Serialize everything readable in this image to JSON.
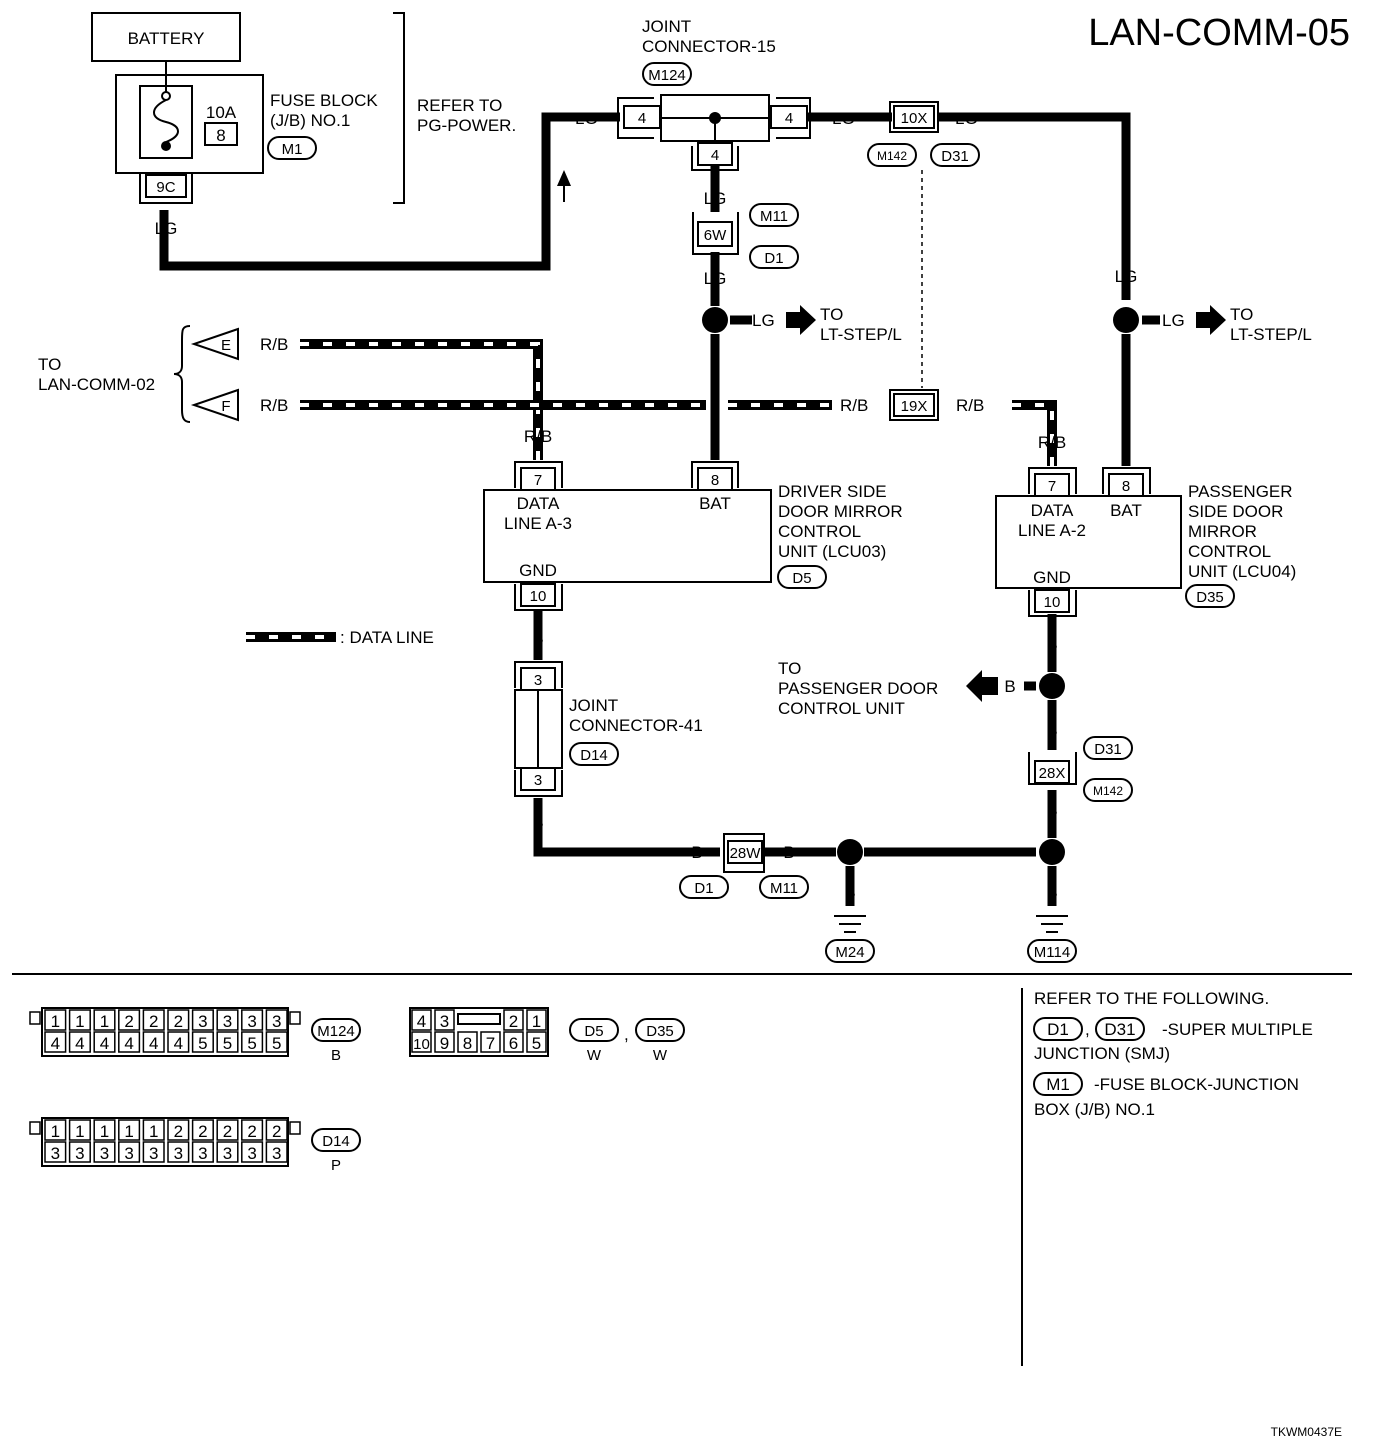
{
  "diagram_id": "LAN-COMM-05",
  "footer_code": "TKWM0437E",
  "battery": "BATTERY",
  "fuse": {
    "amp": "10A",
    "num": "8",
    "block_line1": "FUSE BLOCK",
    "block_line2": "(J/B) NO.1",
    "conn": "M1",
    "pin": "9C"
  },
  "refer_pg": {
    "line1": "REFER TO",
    "line2": "PG-POWER."
  },
  "jc15": {
    "line1": "JOINT",
    "line2": "CONNECTOR-15",
    "conn": "M124",
    "pin_left": "4",
    "pin_right": "4",
    "pin_bottom": "4"
  },
  "conn_10x": {
    "pin": "10X",
    "c1": "M142",
    "c2": "D31"
  },
  "conn_6w": {
    "pin": "6W",
    "c1": "M11",
    "c2": "D1"
  },
  "conn_19x": {
    "pin": "19X"
  },
  "conn_28x": {
    "pin": "28X",
    "c1": "D31",
    "c2": "M142"
  },
  "conn_28w": {
    "pin": "28W",
    "c1": "D1",
    "c2": "M11"
  },
  "wires": {
    "lg": "LG",
    "l": "L",
    "rb": "R/B",
    "b": "B"
  },
  "to_lt_step": {
    "line1": "TO",
    "line2": "LT-STEP/L"
  },
  "to_lan02": {
    "line1": "TO",
    "line2": "LAN-COMM-02",
    "e": "E",
    "f": "F"
  },
  "driver_unit": {
    "pin_data": "7",
    "pin_bat": "8",
    "pin_gnd": "10",
    "data1": "DATA",
    "data2": "LINE A-3",
    "bat": "BAT",
    "gnd": "GND",
    "name1": "DRIVER SIDE",
    "name2": "DOOR MIRROR",
    "name3": "CONTROL",
    "name4": "UNIT (LCU03)",
    "conn": "D5"
  },
  "pass_unit": {
    "pin_data": "7",
    "pin_bat": "8",
    "pin_gnd": "10",
    "data1": "DATA",
    "data2": "LINE A-2",
    "bat": "BAT",
    "gnd": "GND",
    "name1": "PASSENGER",
    "name2": "SIDE DOOR",
    "name3": "MIRROR",
    "name4": "CONTROL",
    "name5": "UNIT (LCU04)",
    "conn": "D35"
  },
  "legend_data_line": ": DATA LINE",
  "jc41": {
    "line1": "JOINT",
    "line2": "CONNECTOR-41",
    "conn": "D14",
    "pin_top": "3",
    "pin_bottom": "3"
  },
  "to_pass_door": {
    "line1": "TO",
    "line2": "PASSENGER DOOR",
    "line3": "CONTROL UNIT"
  },
  "grounds": {
    "g1": "M24",
    "g2": "M114"
  },
  "face_m124": {
    "top": [
      "1",
      "1",
      "1",
      "2",
      "2",
      "2",
      "3",
      "3",
      "3",
      "3"
    ],
    "bottom": [
      "4",
      "4",
      "4",
      "4",
      "4",
      "4",
      "5",
      "5",
      "5",
      "5"
    ],
    "conn": "M124",
    "color": "B"
  },
  "face_d5": {
    "top_left": [
      "4",
      "3"
    ],
    "top_right": [
      "2",
      "1"
    ],
    "bottom": [
      "10",
      "9",
      "8",
      "7",
      "6",
      "5"
    ],
    "conn1": "D5",
    "color1": "W",
    "sep": ",",
    "conn2": "D35",
    "color2": "W"
  },
  "face_d14": {
    "top": [
      "1",
      "1",
      "1",
      "1",
      "1",
      "2",
      "2",
      "2",
      "2",
      "2"
    ],
    "bottom": [
      "3",
      "3",
      "3",
      "3",
      "3",
      "3",
      "3",
      "3",
      "3",
      "3"
    ],
    "conn": "D14",
    "color": "P"
  },
  "refer": {
    "title": "REFER TO THE FOLLOWING.",
    "r1_c1": "D1",
    "r1_sep": ",",
    "r1_c2": "D31",
    "r1_text1": "-SUPER MULTIPLE",
    "r1_text2": "JUNCTION (SMJ)",
    "r2_c1": "M1",
    "r2_text1": "-FUSE BLOCK-JUNCTION",
    "r2_text2": "BOX (J/B) NO.1"
  }
}
